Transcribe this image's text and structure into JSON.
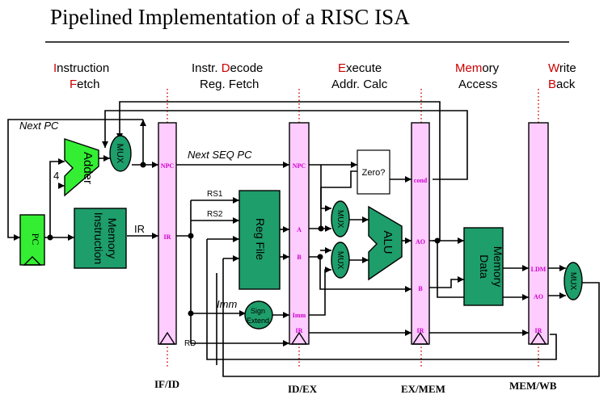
{
  "title": "Pipelined Implementation of a RISC ISA",
  "stages": [
    {
      "first": "I",
      "rest": "nstruction",
      "line2_first": "F",
      "line2_rest": "etch"
    },
    {
      "first": "",
      "rest": "Instr. ",
      "mid_red": "D",
      "mid_rest": "ecode",
      "line2": "Reg. Fetch"
    },
    {
      "first": "E",
      "rest": "xecute",
      "line2": "Addr. Calc"
    },
    {
      "first": "Mem",
      "rest": "ory",
      "line2": "Access"
    },
    {
      "first": "W",
      "rest": "rite",
      "line2_first": "B",
      "line2_rest": "ack"
    }
  ],
  "registers": {
    "ifid": "IF/ID",
    "idex": "ID/EX",
    "exmem": "EX/MEM",
    "memwb": "MEM/WB"
  },
  "fields": {
    "npc": "NPC",
    "ir": "IR",
    "a": "A",
    "b": "B",
    "imm": "Imm",
    "cond": "cond",
    "ao": "AO",
    "ldm": "LDM"
  },
  "units": {
    "pc": "PC",
    "adder": "Adder",
    "mux": "MUX",
    "imem_line1": "Instruction",
    "imem_line2": "Memory",
    "regfile": "Reg File",
    "sign_line1": "Sign",
    "sign_line2": "Extend",
    "zero": "Zero?",
    "alu": "ALU",
    "dmem_line1": "Data",
    "dmem_line2": "Memory"
  },
  "labels": {
    "next_pc": "Next PC",
    "next_seq_pc": "Next SEQ PC",
    "four": "4",
    "ir": "IR",
    "rs1": "RS1",
    "rs2": "RS2",
    "imm": "Imm",
    "rd": "RD"
  },
  "colors": {
    "accent_red": "#cc0000",
    "pipeline_register": "#ffccff",
    "hardware_unit": "#1e9e6b",
    "adder_pc": "#33ee33",
    "field_label": "#cc00cc"
  }
}
